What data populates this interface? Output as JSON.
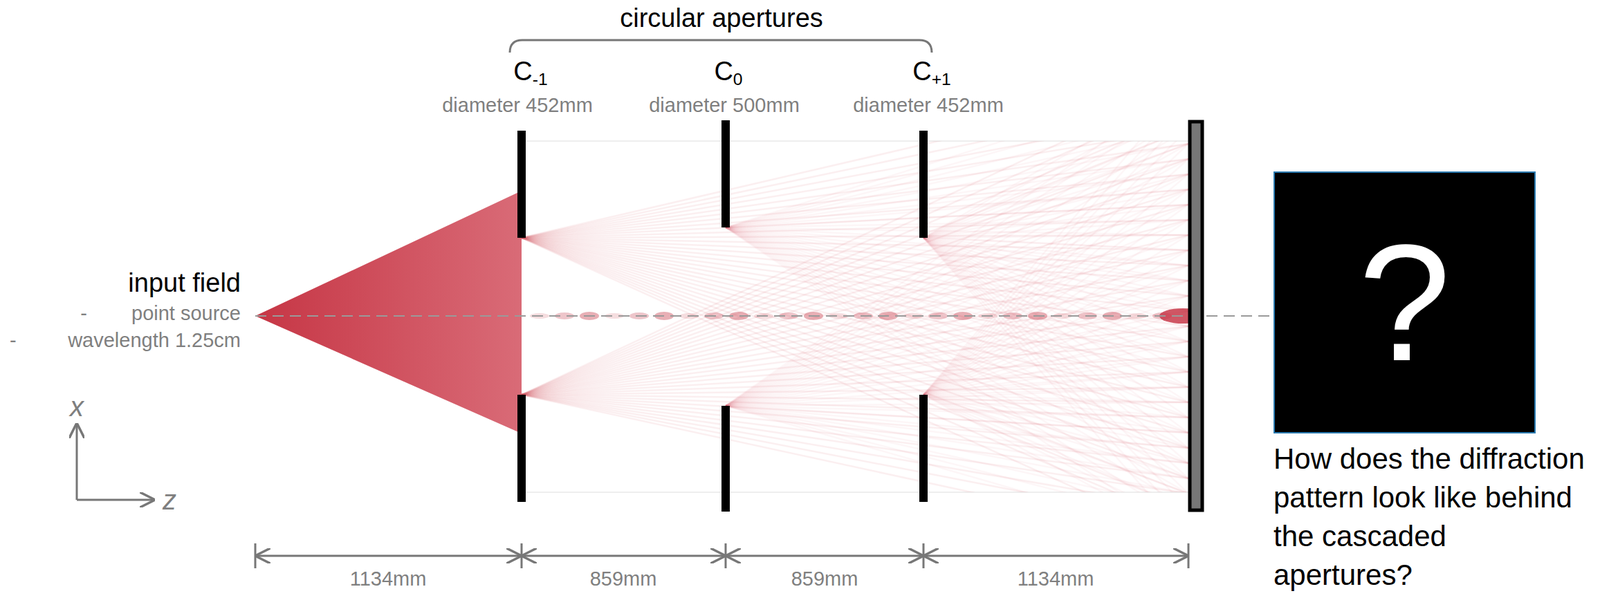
{
  "diagram": {
    "nodes": [
      {
        "text": [
          "?"
        ]
      }
    ],
    "edges": [],
    "labels": [
      "circular apertures",
      "C-1",
      "diameter 452mm",
      "C0",
      "diameter 500mm",
      "C+1",
      "diameter 452mm",
      "input field",
      "-",
      "point source",
      "-",
      "wavelength 1.25cm",
      "x",
      "z",
      "1134mm",
      "859mm",
      "859mm",
      "1134mm",
      "How does the diffraction pattern look like behind the cascaded apertures?"
    ]
  }
}
